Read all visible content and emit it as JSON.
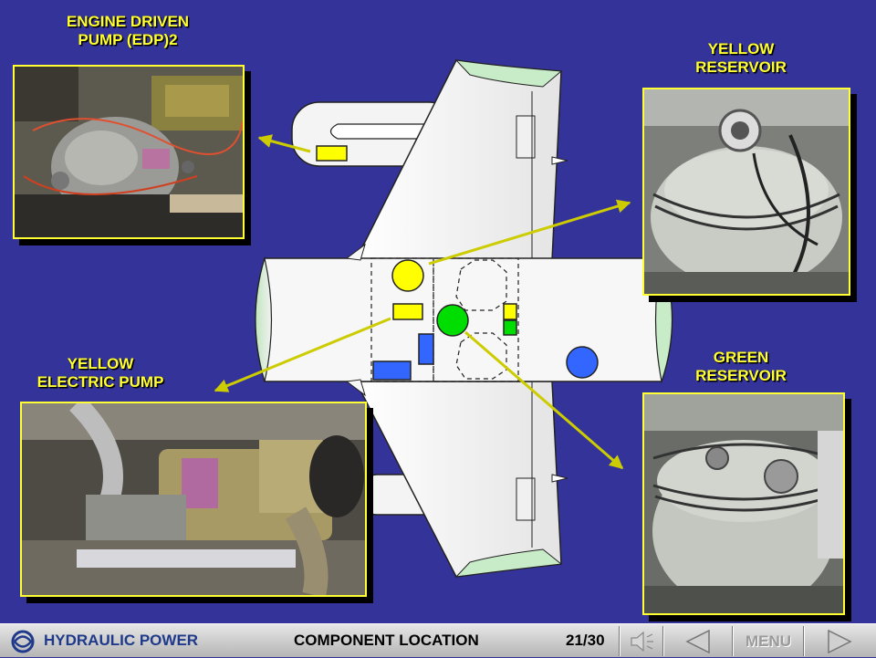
{
  "labels": {
    "edp": [
      "ENGINE  DRIVEN",
      "PUMP  (EDP)2"
    ],
    "yellow_reservoir": [
      "YELLOW",
      "RESERVOIR"
    ],
    "yellow_electric_pump": [
      "YELLOW",
      "ELECTRIC PUMP"
    ],
    "green_reservoir": [
      "GREEN",
      "RESERVOIR"
    ]
  },
  "footer": {
    "module_title": "HYDRAULIC POWER",
    "section_title": "COMPONENT LOCATION",
    "page_indicator": "21/30",
    "menu_label": "MENU"
  },
  "colors": {
    "background": "#333399",
    "label_yellow": "#ffff33",
    "marker_yellow": "#ffff00",
    "marker_green": "#00dd00",
    "marker_blue": "#3366ff",
    "arrow": "#cccc00"
  },
  "icons": [
    "logo-swirl-icon",
    "speaker-icon",
    "previous-arrow-icon",
    "next-arrow-icon"
  ]
}
